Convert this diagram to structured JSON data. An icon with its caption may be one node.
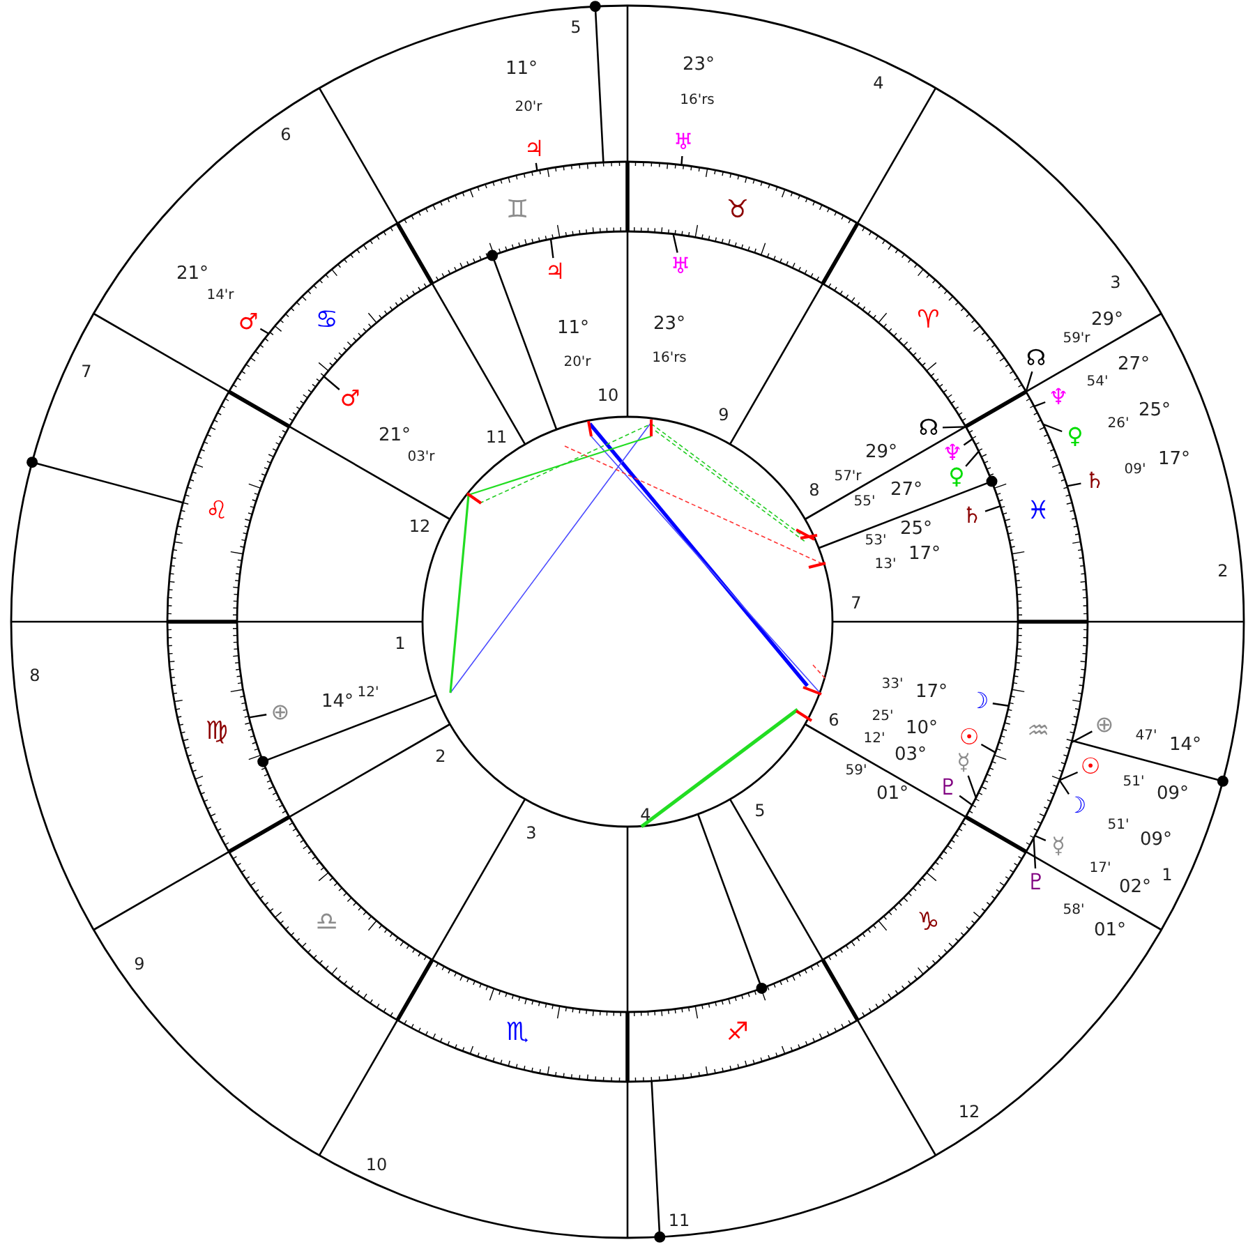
{
  "diagram": {
    "labels": [
      "5",
      "23°",
      "11°",
      "4",
      "16'rs",
      "20'r",
      "6",
      "♅",
      "♃",
      "♊",
      "♉",
      "♅",
      "♃",
      "21°",
      "3",
      "14'r",
      "♂",
      "♋",
      "♈",
      "29°",
      "11°",
      "23°",
      "59'r",
      "20'r",
      "16'rs",
      "☊",
      "27°",
      "7",
      "54'",
      "♂",
      "10",
      "♆",
      "25°",
      "9",
      "26'",
      "☊",
      "21°",
      "11",
      "♀",
      "29°",
      "♆",
      "03'r",
      "17°",
      "09'",
      "57'r",
      "♀",
      "♄",
      "8",
      "27°",
      "55'",
      "♌",
      "♓",
      "♄",
      "12",
      "25°",
      "53'",
      "17°",
      "13'",
      "2",
      "7",
      "1",
      "8",
      "33'",
      "12'",
      "17°",
      "☽",
      "14°",
      "⊕",
      "25'",
      "6",
      "⊕",
      "10°",
      "♍",
      "♒",
      "47'",
      "☉",
      "12'",
      "14°",
      "03°",
      "2",
      "☿",
      "☉",
      "59'",
      "51'",
      "♇",
      "01°",
      "09°",
      "☽",
      "5",
      "4",
      "51'",
      "3",
      "09°",
      "☿",
      "17'",
      "1",
      "♇",
      "02°",
      "58'",
      "♎",
      "♑",
      "01°",
      "9",
      "♏",
      "♐",
      "12",
      "10",
      "11"
    ]
  }
}
